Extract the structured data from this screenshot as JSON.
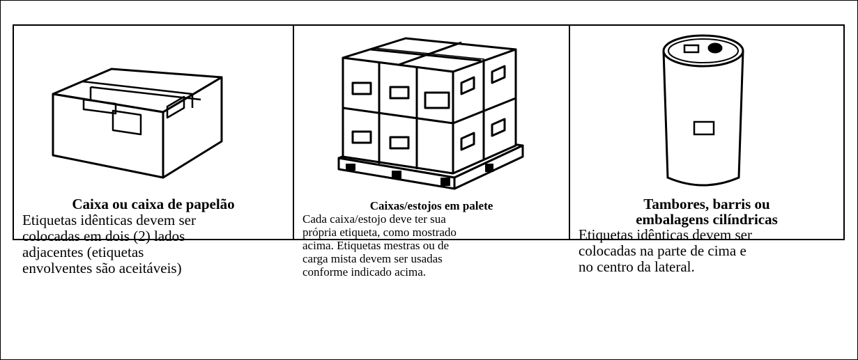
{
  "cells": [
    {
      "icon": "cardboard-box-icon",
      "title": "Caixa ou caixa de papelão",
      "lines": [
        "Etiquetas idênticas devem ser",
        "colocadas em dois (2) lados",
        "adjacentes (etiquetas",
        "envolventes são aceitáveis)"
      ]
    },
    {
      "icon": "pallet-boxes-icon",
      "title": "Caixas/estojos em palete",
      "lines": [
        "Cada caixa/estojo deve ter sua",
        "própria etiqueta, como mostrado",
        "acima.  Etiquetas mestras ou de",
        "carga mista devem ser usadas",
        "conforme indicado acima."
      ]
    },
    {
      "icon": "drum-barrel-icon",
      "title_lines": [
        "Tambores, barris ou",
        "embalagens cilíndricas"
      ],
      "lines": [
        "Etiquetas idênticas devem ser",
        "colocadas na parte de cima e",
        "no centro da lateral."
      ]
    }
  ]
}
